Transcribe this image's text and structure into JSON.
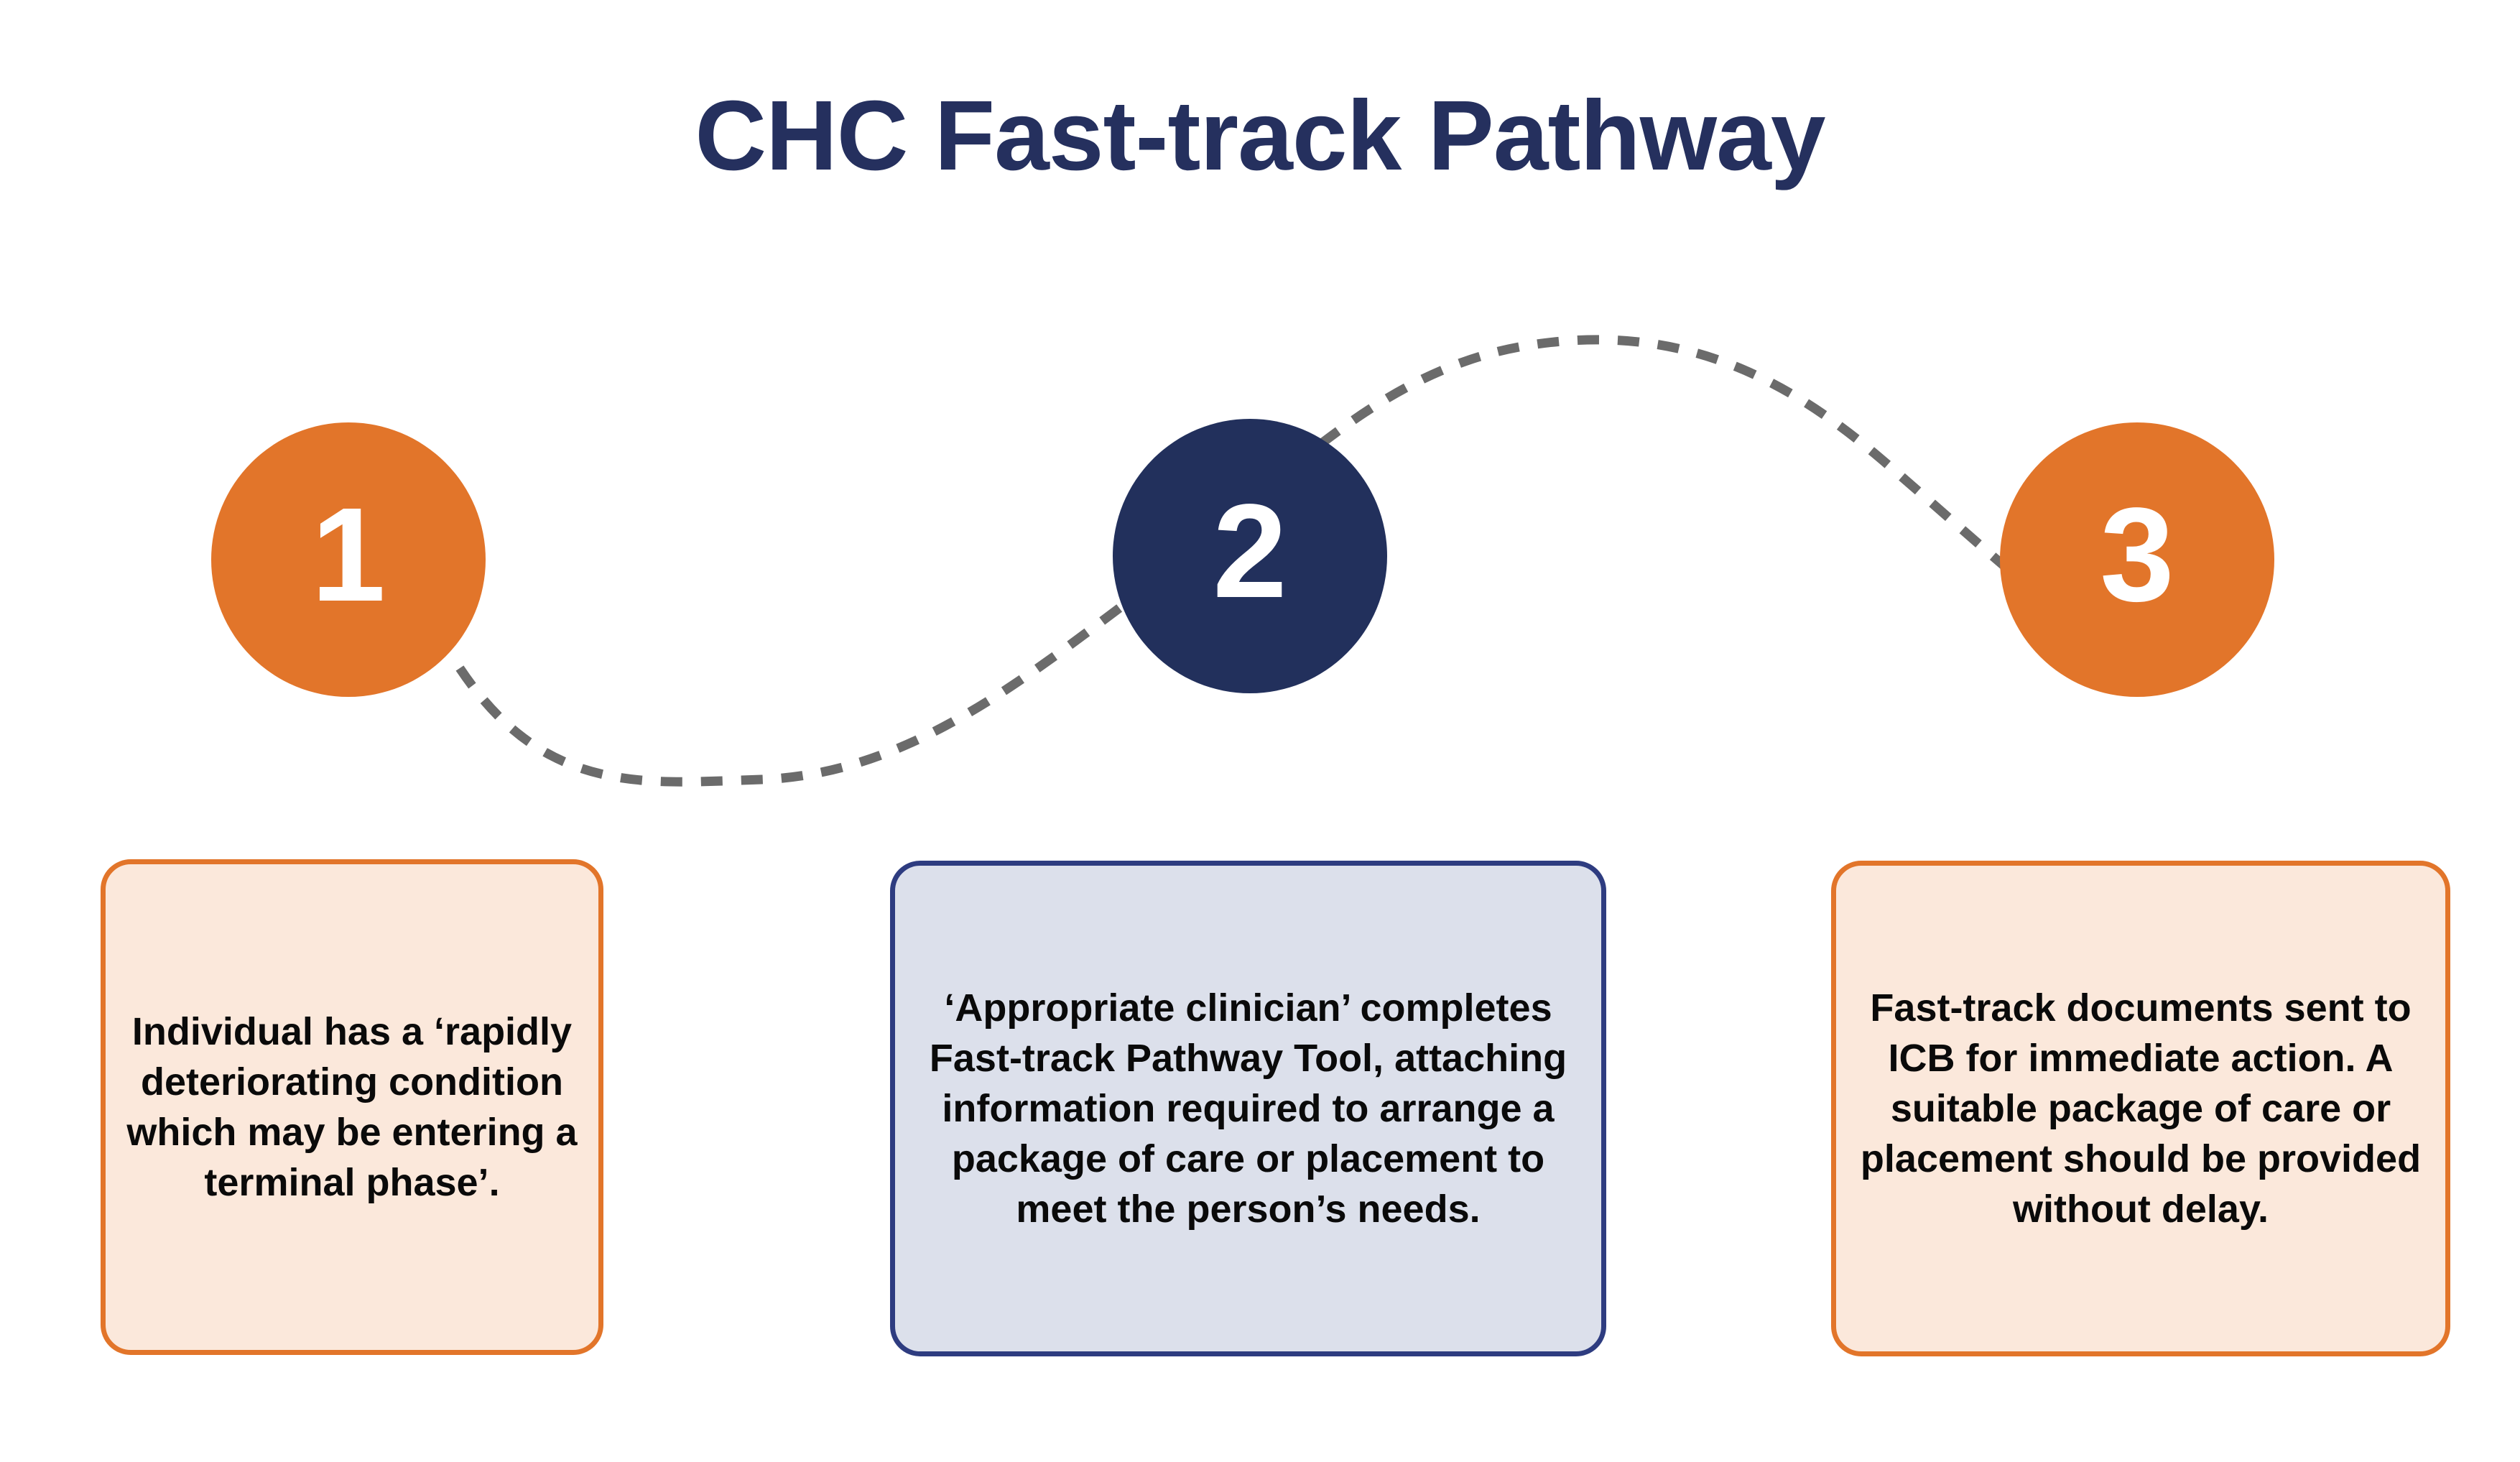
{
  "title": "CHC Fast-track Pathway",
  "colors": {
    "orange": "#E2752A",
    "navy": "#22305C",
    "title_navy": "#25305E",
    "box2_border_navy": "#2E3C80",
    "peach_fill": "#FBE8DB",
    "blue_grey_fill": "#DCE0EB",
    "connector_grey": "#6B6B6B",
    "background": "#FFFFFF",
    "number_text": "#FFFFFF",
    "body_text": "#0A0A0A"
  },
  "steps": [
    {
      "number": "1",
      "circle_color": "#E2752A",
      "text": "Individual has a ‘rapidly deteriorating condition which may be entering a terminal phase’.",
      "box_fill": "#FBE8DB",
      "box_border": "#E2752A"
    },
    {
      "number": "2",
      "circle_color": "#22305C",
      "text": "‘Appropriate clinician’ completes Fast-track Pathway Tool, attaching information required to arrange a package of care or placement to meet the person’s needs.",
      "box_fill": "#DCE0EB",
      "box_border": "#2E3C80"
    },
    {
      "number": "3",
      "circle_color": "#E2752A",
      "text": "Fast-track documents sent to ICB for immediate action. A suitable package of care or placement should be provided without delay.",
      "box_fill": "#FBE8DB",
      "box_border": "#E2752A"
    }
  ],
  "connector": {
    "style": "dashed-s-curve",
    "color": "#6B6B6B",
    "dash": "30 26",
    "stroke_width": 13
  }
}
